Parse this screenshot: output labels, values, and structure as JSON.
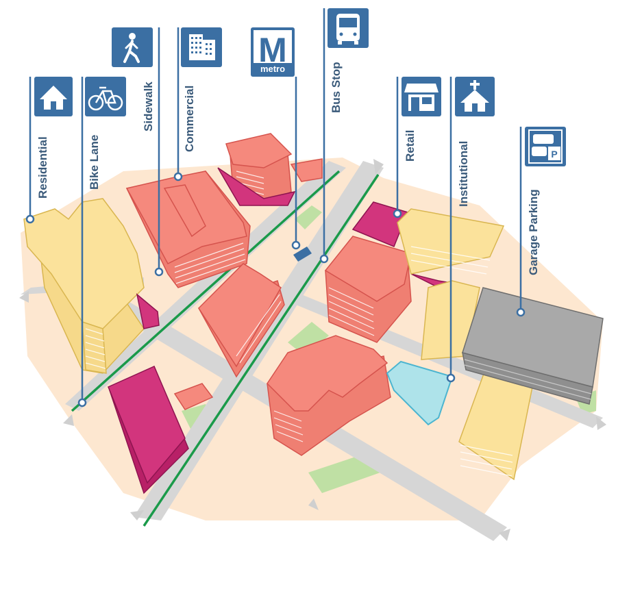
{
  "labels": {
    "residential": "Residential",
    "bike_lane": "Bike Lane",
    "sidewalk": "Sidewalk",
    "commercial": "Commercial",
    "metro": "M",
    "metro_sub": "metro",
    "bus_stop": "Bus Stop",
    "retail": "Retail",
    "institutional": "Institutional",
    "garage_parking": "Garage Parking",
    "parking_sign": "P"
  },
  "icons": {
    "residential": "house-icon",
    "bike_lane": "bicycle-icon",
    "sidewalk": "pedestrian-icon",
    "commercial": "office-building-icon",
    "metro": "metro-logo-icon",
    "bus_stop": "bus-icon",
    "retail": "storefront-icon",
    "institutional": "church-icon",
    "garage_parking": "parking-garage-icon"
  },
  "colors": {
    "icon_blue": "#3b6fa3",
    "residential": "#fbe29b",
    "commercial": "#f5897d",
    "retail": "#d2357d",
    "institutional": "#aee3ea",
    "garage": "#a9a9a9",
    "bike_lane": "#1a9a4a",
    "road": "#d6d6d6",
    "lot": "#fde7d0",
    "green_space": "#bfe0a4"
  }
}
